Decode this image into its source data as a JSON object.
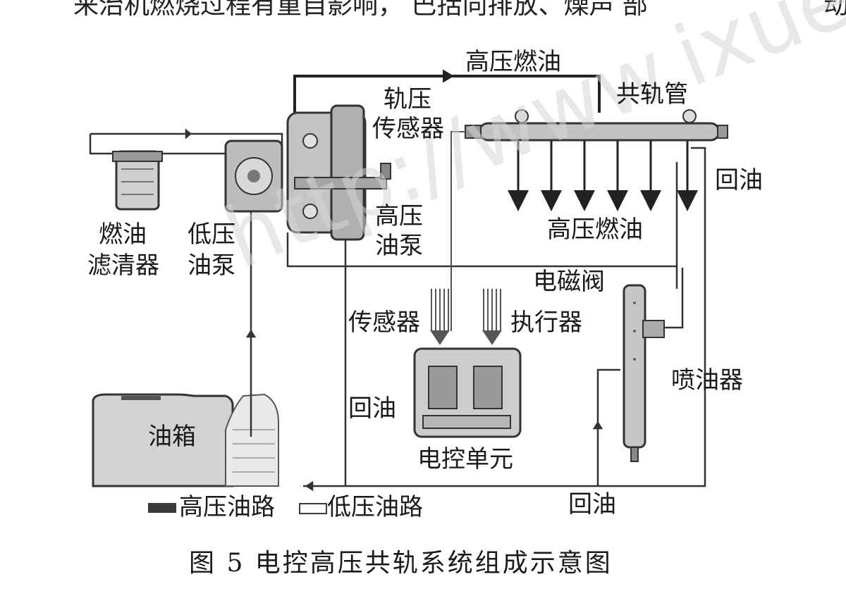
{
  "page_top_text": "来治机燃烧过程有重自影响，  巴括向排放、燥声 部",
  "page_top_right_text": "动",
  "labels": {
    "high_pressure_fuel_top": "高压燃油",
    "common_rail": "共轨管",
    "rail_pressure_sensor": [
      "轨压",
      "传感器"
    ],
    "return_oil_right": "回油",
    "high_pressure_fuel_mid": "高压燃油",
    "high_pressure_pump": [
      "高压",
      "油泵"
    ],
    "fuel_filter": [
      "燃油",
      "滤清器"
    ],
    "low_pressure_pump": [
      "低压",
      "油泵"
    ],
    "solenoid_valve": "电磁阀",
    "sensor": "传感器",
    "actuator": "执行器",
    "injector": "喷油器",
    "return_oil_ecu": "回油",
    "fuel_tank": "油箱",
    "ecu": "电控单元",
    "return_oil_bottom": "回油"
  },
  "legend": {
    "high_pressure": "高压油路",
    "low_pressure": "低压油路"
  },
  "caption": "图 5   电控高压共轨系统组成示意图",
  "watermark": "http://www.ixuesh"
}
